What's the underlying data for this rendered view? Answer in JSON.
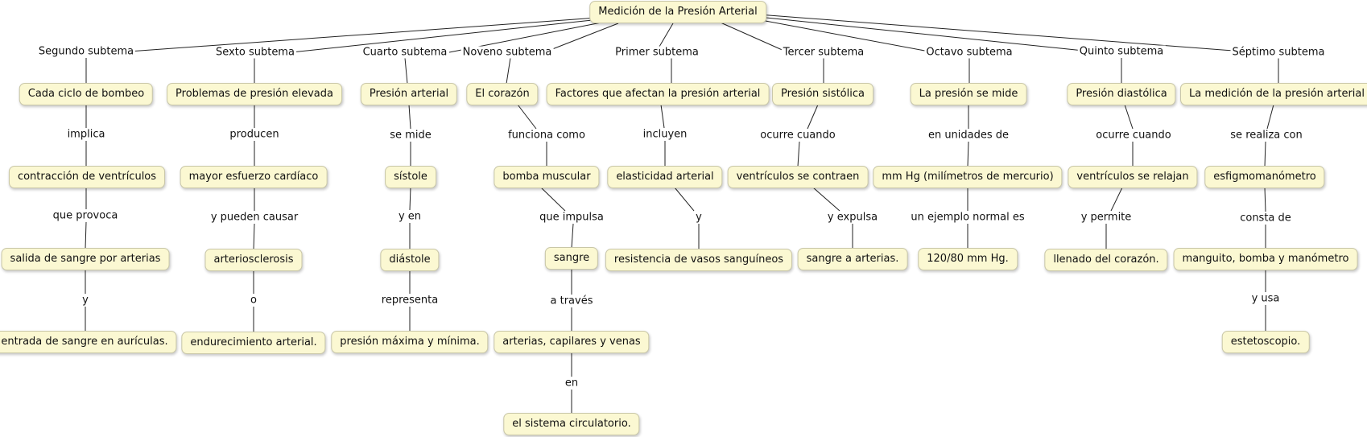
{
  "colors": {
    "node_fill": "#fbf8d2",
    "node_border": "#c9c7a8",
    "line": "#222222"
  },
  "root": "Medición de la Presión Arterial",
  "branches": [
    {
      "subtema": "Segundo subtema",
      "nodes": [
        "Cada ciclo de bombeo",
        "contracción de ventrículos",
        "salida de sangre por arterias",
        "entrada de sangre en aurículas."
      ],
      "links": [
        "implica",
        "que provoca",
        "y"
      ]
    },
    {
      "subtema": "Sexto subtema",
      "nodes": [
        "Problemas de presión elevada",
        "mayor esfuerzo cardíaco",
        "arteriosclerosis",
        "endurecimiento arterial."
      ],
      "links": [
        "producen",
        "y pueden causar",
        "o"
      ]
    },
    {
      "subtema": "Cuarto subtema",
      "nodes": [
        "Presión arterial",
        "sístole",
        "diástole",
        "presión máxima y mínima."
      ],
      "links": [
        "se mide",
        "y en",
        "representa"
      ]
    },
    {
      "subtema": "Noveno subtema",
      "nodes": [
        "El corazón",
        "bomba muscular",
        "sangre",
        "arterias, capilares y venas",
        "el sistema circulatorio."
      ],
      "links": [
        "funciona como",
        "que impulsa",
        "a través",
        "en"
      ]
    },
    {
      "subtema": "Primer subtema",
      "nodes": [
        "Factores que afectan la presión arterial",
        "elasticidad arterial",
        "resistencia de vasos sanguíneos"
      ],
      "links": [
        "incluyen",
        "y"
      ]
    },
    {
      "subtema": "Tercer subtema",
      "nodes": [
        "Presión sistólica",
        "ventrículos se contraen",
        "sangre a arterias."
      ],
      "links": [
        "ocurre cuando",
        "y expulsa"
      ]
    },
    {
      "subtema": "Octavo subtema",
      "nodes": [
        "La presión se mide",
        "mm Hg (milímetros de mercurio)",
        "120/80 mm Hg."
      ],
      "links": [
        "en unidades de",
        "un ejemplo normal es"
      ]
    },
    {
      "subtema": "Quinto subtema",
      "nodes": [
        "Presión diastólica",
        "ventrículos se relajan",
        "llenado del corazón."
      ],
      "links": [
        "ocurre cuando",
        "y permite"
      ]
    },
    {
      "subtema": "Séptimo subtema",
      "nodes": [
        "La medición de la presión arterial",
        "esfigmomanómetro",
        "manguito, bomba y manómetro",
        "estetoscopio."
      ],
      "links": [
        "se realiza con",
        "consta de",
        "y usa"
      ]
    }
  ]
}
